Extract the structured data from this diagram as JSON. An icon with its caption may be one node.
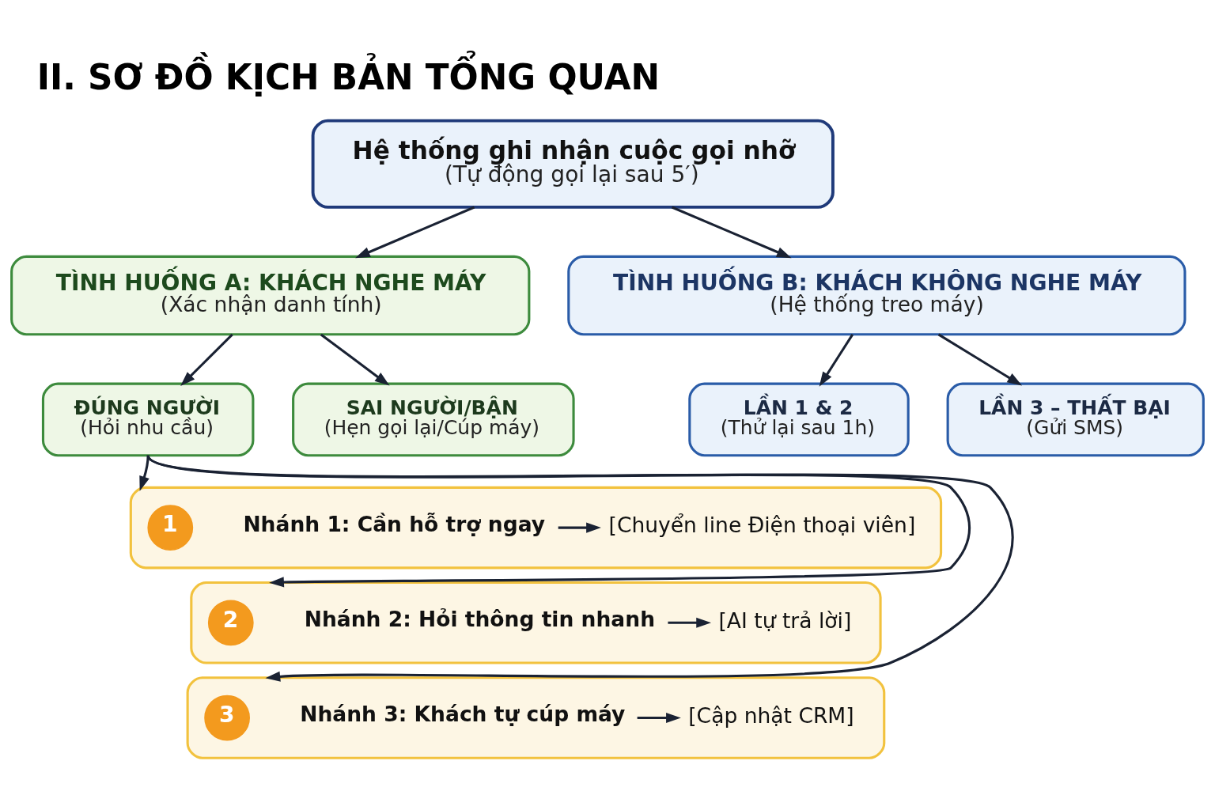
{
  "diagram": {
    "title": "II. SƠ ĐỒ KỊCH BẢN TỔNG QUAN",
    "nodes": [
      {
        "text": [
          "Hệ thống ghi nhận cuộc gọi nhỡ",
          "(Tự động gọi lại sau 5′)"
        ]
      },
      {
        "text": [
          "TÌNH HUỐNG A: KHÁCH NGHE MÁY",
          "(Xác nhận danh tính)"
        ]
      },
      {
        "text": [
          "TÌNH HUỐNG B: KHÁCH KHÔNG NGHE MÁY",
          "(Hệ thống treo máy)"
        ]
      },
      {
        "text": [
          "ĐÚNG NGƯỜI",
          "(Hỏi nhu cầu)"
        ]
      },
      {
        "text": [
          "SAI NGƯỜI/BẬN",
          "(Hẹn gọi lại/Cúp máy)"
        ]
      },
      {
        "text": [
          "LẦN 1 & 2",
          "(Thử lại sau 1h)"
        ]
      },
      {
        "text": [
          "LẦN 3 – THẤT BẠI",
          "(Gửi SMS)"
        ]
      },
      {
        "text": [],
        "shape": "box"
      },
      {
        "text": [
          "1"
        ],
        "in": 7
      },
      {
        "text": [
          "Nhánh 1: Cần hỗ trợ ngay"
        ],
        "in": 7
      },
      {
        "text": [
          "[Chuyển line Điện thoại viên]"
        ],
        "in": 7
      },
      {
        "text": [],
        "shape": "box"
      },
      {
        "text": [
          "2"
        ],
        "in": 11
      },
      {
        "text": [
          "Nhánh 2: Hỏi thông tin nhanh"
        ],
        "in": 11
      },
      {
        "text": [
          "[AI tự trả lời]"
        ],
        "in": 11
      },
      {
        "text": [],
        "shape": "box"
      },
      {
        "text": [
          "3"
        ],
        "in": 15
      },
      {
        "text": [
          "Nhánh 3: Khách tự cúp máy"
        ],
        "in": 15
      },
      {
        "text": [
          "[Cập nhật CRM]"
        ],
        "in": 15
      }
    ],
    "edges": [
      {
        "from": 0,
        "to": 1,
        "arrow": "to"
      },
      {
        "from": 0,
        "to": 2,
        "arrow": "to"
      },
      {
        "from": 1,
        "to": 3,
        "arrow": "to"
      },
      {
        "from": 1,
        "to": 4,
        "arrow": "to"
      },
      {
        "from": 2,
        "to": 5,
        "arrow": "to"
      },
      {
        "from": 2,
        "to": 6,
        "arrow": "to"
      },
      {
        "from": 3,
        "to": 7,
        "arrow": "to"
      },
      {
        "from": 3,
        "to": 11,
        "arrow": "to"
      },
      {
        "from": 3,
        "to": 15,
        "arrow": "to"
      },
      {
        "from": 9,
        "to": 10,
        "arrow": "to"
      },
      {
        "from": 13,
        "to": 14,
        "arrow": "to"
      },
      {
        "from": 17,
        "to": 18,
        "arrow": "to"
      }
    ]
  }
}
